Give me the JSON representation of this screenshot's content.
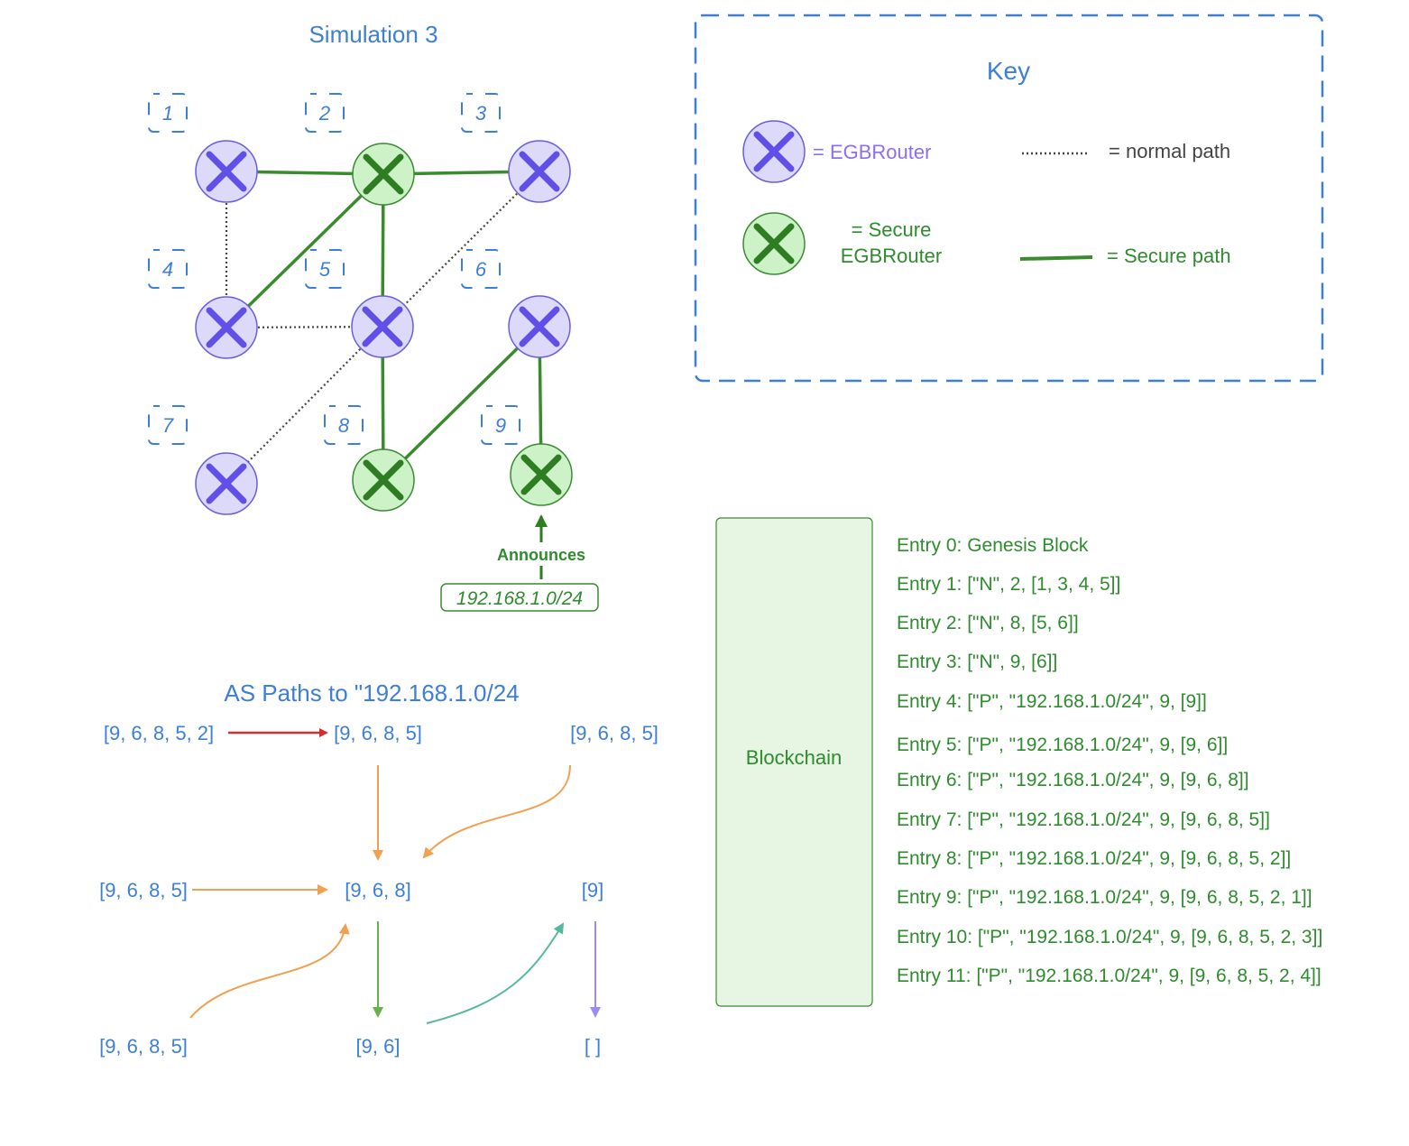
{
  "simulation": {
    "title": "Simulation 3"
  },
  "network": {
    "nodes": [
      {
        "id": "1",
        "type": "egb"
      },
      {
        "id": "2",
        "type": "secure"
      },
      {
        "id": "3",
        "type": "egb"
      },
      {
        "id": "4",
        "type": "egb"
      },
      {
        "id": "5",
        "type": "egb"
      },
      {
        "id": "6",
        "type": "egb"
      },
      {
        "id": "7",
        "type": "egb"
      },
      {
        "id": "8",
        "type": "secure"
      },
      {
        "id": "9",
        "type": "secure"
      }
    ],
    "edges": [
      {
        "from": "1",
        "to": "2",
        "kind": "secure"
      },
      {
        "from": "2",
        "to": "3",
        "kind": "secure"
      },
      {
        "from": "2",
        "to": "4",
        "kind": "secure"
      },
      {
        "from": "2",
        "to": "5",
        "kind": "secure"
      },
      {
        "from": "5",
        "to": "8",
        "kind": "secure"
      },
      {
        "from": "8",
        "to": "6",
        "kind": "secure"
      },
      {
        "from": "6",
        "to": "9",
        "kind": "secure"
      },
      {
        "from": "1",
        "to": "4",
        "kind": "normal"
      },
      {
        "from": "4",
        "to": "5",
        "kind": "normal"
      },
      {
        "from": "3",
        "to": "5",
        "kind": "normal"
      },
      {
        "from": "5",
        "to": "7",
        "kind": "normal"
      }
    ],
    "announce": {
      "label": "Announces",
      "prefix": "192.168.1.0/24"
    }
  },
  "key": {
    "title": "Key",
    "egb_label": "= EGBRouter",
    "secure_label_line1": "= Secure",
    "secure_label_line2": "EGBRouter",
    "normal_path_label": "= normal path",
    "secure_path_label": "= Secure path"
  },
  "as_paths": {
    "title": "AS Paths to \"192.168.1.0/24",
    "labels": {
      "r1_left": "[9, 6, 8, 5, 2]",
      "r1_mid": "[9, 6, 8, 5]",
      "r1_right": "[9, 6, 8, 5]",
      "r2_left": "[9, 6, 8, 5]",
      "r2_mid": "[9, 6, 8]",
      "r2_right": "[9]",
      "r3_left": "[9, 6, 8, 5]",
      "r3_mid": "[9, 6]",
      "r3_right": "[ ]"
    }
  },
  "blockchain": {
    "label": "Blockchain",
    "entries": [
      "Entry 0: Genesis Block",
      "Entry 1: [\"N\", 2, [1, 3, 4, 5]]",
      "Entry 2: [\"N\", 8, [5, 6]]",
      "Entry 3: [\"N\", 9, [6]]",
      "Entry 4: [\"P\", \"192.168.1.0/24\", 9, [9]]",
      "Entry 5: [\"P\", \"192.168.1.0/24\", 9, [9, 6]]",
      "Entry 6: [\"P\", \"192.168.1.0/24\", 9, [9, 6, 8]]",
      "Entry 7: [\"P\", \"192.168.1.0/24\", 9, [9, 6, 8, 5]]",
      "Entry 8: [\"P\", \"192.168.1.0/24\", 9, [9, 6, 8, 5, 2]]",
      "Entry 9: [\"P\", \"192.168.1.0/24\", 9, [9, 6, 8, 5, 2, 1]]",
      "Entry 10: [\"P\", \"192.168.1.0/24\", 9, [9, 6, 8, 5, 2, 3]]",
      "Entry 11: [\"P\", \"192.168.1.0/24\", 9, [9, 6, 8, 5, 2, 4]]"
    ]
  },
  "colors": {
    "egb_fill": "#dcdaf8",
    "egb_stroke": "#6a5ce0",
    "egb_cross": "#6050e8",
    "secure_fill": "#cdf2c8",
    "secure_stroke": "#3a8a32",
    "secure_cross": "#2e7d22",
    "secure_path": "#3a8a2e",
    "normal_path": "#444444",
    "blue_text": "#3d7fd6",
    "green_text": "#2e8b2e",
    "arrow_red": "#d32f2f",
    "arrow_orange": "#f0a050",
    "arrow_green": "#6ab04c",
    "arrow_teal": "#56b8a0",
    "arrow_purple": "#9c8cf0"
  }
}
